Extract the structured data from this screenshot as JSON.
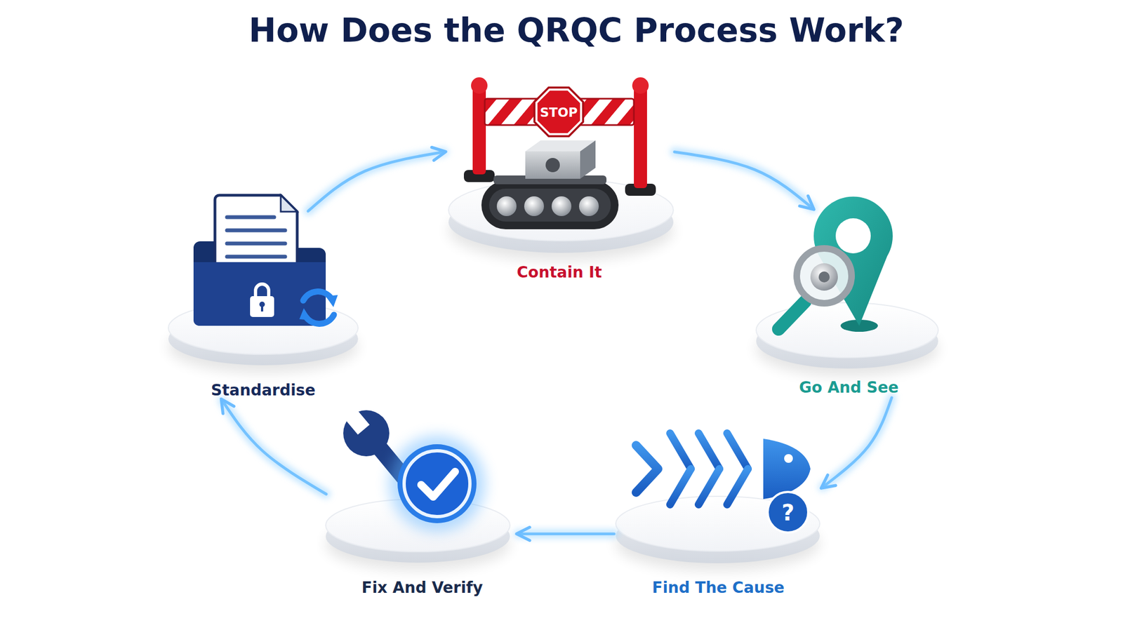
{
  "diagram": {
    "title": "How Does the QRQC Process Work?",
    "nodes": [
      {
        "text": [
          "Contain It"
        ]
      },
      {
        "text": [
          "Go And See"
        ]
      },
      {
        "text": [
          "Find The Cause"
        ]
      },
      {
        "text": [
          "Fix And Verify"
        ]
      },
      {
        "text": [
          "Standardise"
        ]
      }
    ],
    "edges": [
      {
        "from": 0,
        "to": 1,
        "arrow": "to"
      },
      {
        "from": 1,
        "to": 2,
        "arrow": "to"
      },
      {
        "from": 2,
        "to": 3,
        "arrow": "to"
      },
      {
        "from": 3,
        "to": 4,
        "arrow": "to"
      },
      {
        "from": 4,
        "to": 0,
        "arrow": "to"
      }
    ],
    "labels": [
      "STOP",
      "?"
    ]
  }
}
